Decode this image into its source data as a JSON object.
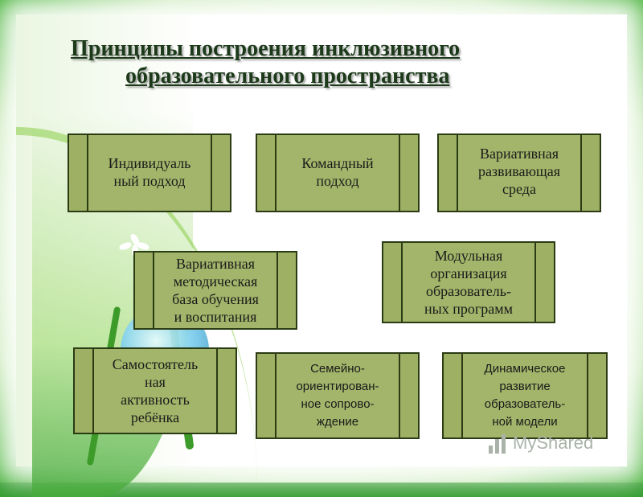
{
  "title": {
    "line1": "Принципы построения инклюзивного",
    "line2": "образовательного пространства"
  },
  "principles": [
    "Индивидуаль\nный подход",
    "Командный\nподход",
    "Вариативная\nразвивающая\nсреда",
    "Вариативная\nметодическая\nбаза обучения\nи воспитания",
    "Модульная\nорганизация\nобразователь-\nных программ",
    "Самостоятель\nная\nактивность\nребёнка",
    "Семейно-\nориентирован-\nное сопрово-\nждение",
    "Динамическое\nразвитие\nобразователь-\nной модели"
  ],
  "watermark": "MyShared",
  "colors": {
    "box_fill": "#a3b56a",
    "box_border": "#2b3b14",
    "frame_green": "#2f9a2a"
  }
}
